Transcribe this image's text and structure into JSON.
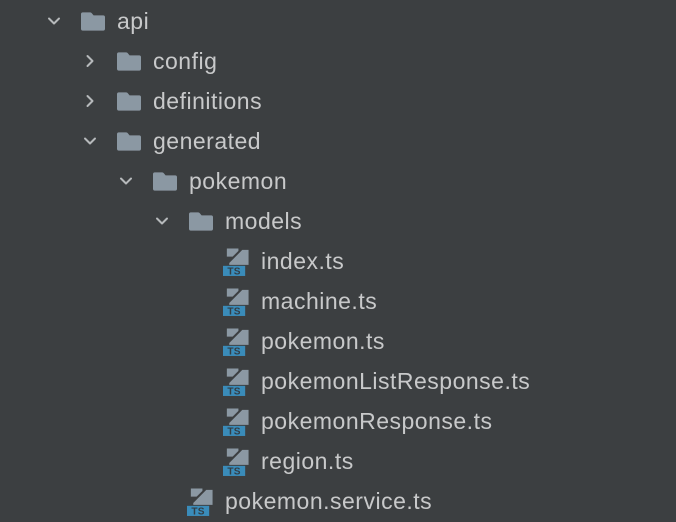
{
  "colors": {
    "background": "#3c3f41",
    "text": "#c8c9ca",
    "chevron": "#b6b9bb",
    "folder": "#8b98a3",
    "ts_badge": "#3a8cba",
    "ts_badge_text": "#333e46"
  },
  "icons": {
    "folder": "folder-icon",
    "typescript_file": "typescript-file-icon",
    "expanded": "chevron-down-icon",
    "collapsed": "chevron-right-icon",
    "ts_badge_label": "TS"
  },
  "tree": {
    "items": [
      {
        "label": "api",
        "type": "folder",
        "state": "expanded",
        "level": 0
      },
      {
        "label": "config",
        "type": "folder",
        "state": "collapsed",
        "level": 1
      },
      {
        "label": "definitions",
        "type": "folder",
        "state": "collapsed",
        "level": 1
      },
      {
        "label": "generated",
        "type": "folder",
        "state": "expanded",
        "level": 1
      },
      {
        "label": "pokemon",
        "type": "folder",
        "state": "expanded",
        "level": 2
      },
      {
        "label": "models",
        "type": "folder",
        "state": "expanded",
        "level": 3
      },
      {
        "label": "index.ts",
        "type": "ts-file",
        "state": "none",
        "level": 4
      },
      {
        "label": "machine.ts",
        "type": "ts-file",
        "state": "none",
        "level": 4
      },
      {
        "label": "pokemon.ts",
        "type": "ts-file",
        "state": "none",
        "level": 4
      },
      {
        "label": "pokemonListResponse.ts",
        "type": "ts-file",
        "state": "none",
        "level": 4
      },
      {
        "label": "pokemonResponse.ts",
        "type": "ts-file",
        "state": "none",
        "level": 4
      },
      {
        "label": "region.ts",
        "type": "ts-file",
        "state": "none",
        "level": 4
      },
      {
        "label": "pokemon.service.ts",
        "type": "ts-file",
        "state": "none",
        "level": 3
      }
    ]
  }
}
